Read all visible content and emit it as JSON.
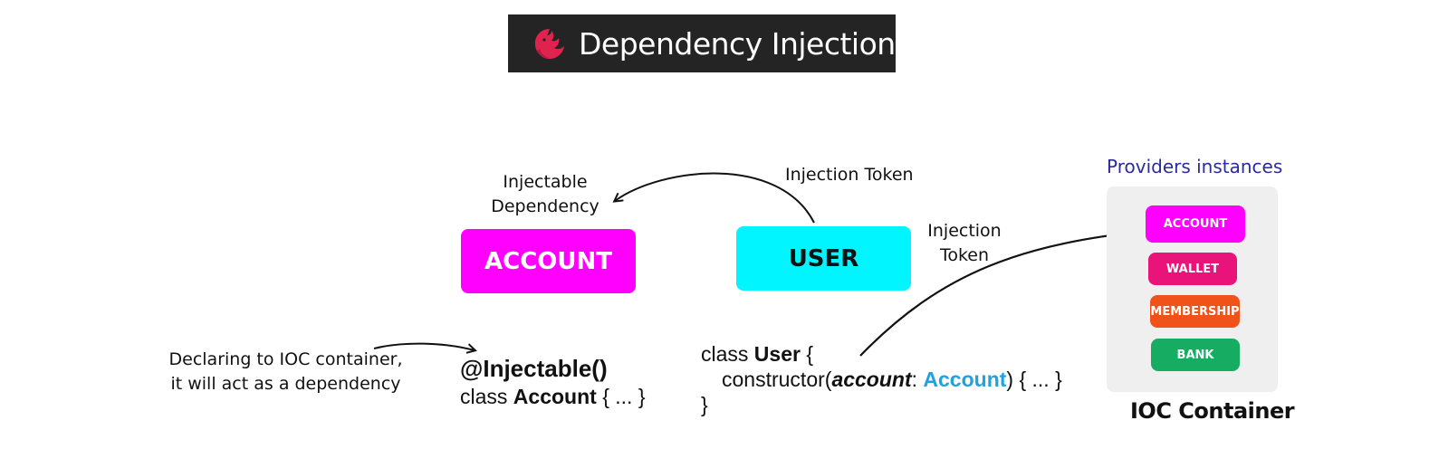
{
  "title": "Dependency Injection",
  "brand_color": "#e0234e",
  "labels": {
    "injectable_dependency_line1": "Injectable",
    "injectable_dependency_line2": "Dependency",
    "injection_token_top": "Injection Token",
    "injection_token_right_line1": "Injection",
    "injection_token_right_line2": "Token",
    "declaring_line1": "Declaring to IOC container,",
    "declaring_line2": "it will act as a dependency"
  },
  "boxes": {
    "account": {
      "label": "ACCOUNT",
      "color": "#ff00ff"
    },
    "user": {
      "label": "USER",
      "color": "#00f5ff"
    }
  },
  "code_account": {
    "decorator": "@Injectable()",
    "keyword": "class",
    "name": "Account",
    "body": "{ ... }"
  },
  "code_user": {
    "keyword": "class",
    "name": "User",
    "open": "{",
    "constructor_prefix": "constructor(",
    "param": "account",
    "colon": ": ",
    "param_type": "Account",
    "constructor_suffix": ") { ... }",
    "close": "}"
  },
  "ioc": {
    "providers_title": "Providers instances",
    "container_label": "IOC Container",
    "providers": [
      {
        "label": "ACCOUNT",
        "color": "#ff00ff"
      },
      {
        "label": "WALLET",
        "color": "#e8147a"
      },
      {
        "label": "MEMBERSHIP",
        "color": "#f0521a"
      },
      {
        "label": "BANK",
        "color": "#16ad62"
      }
    ]
  }
}
